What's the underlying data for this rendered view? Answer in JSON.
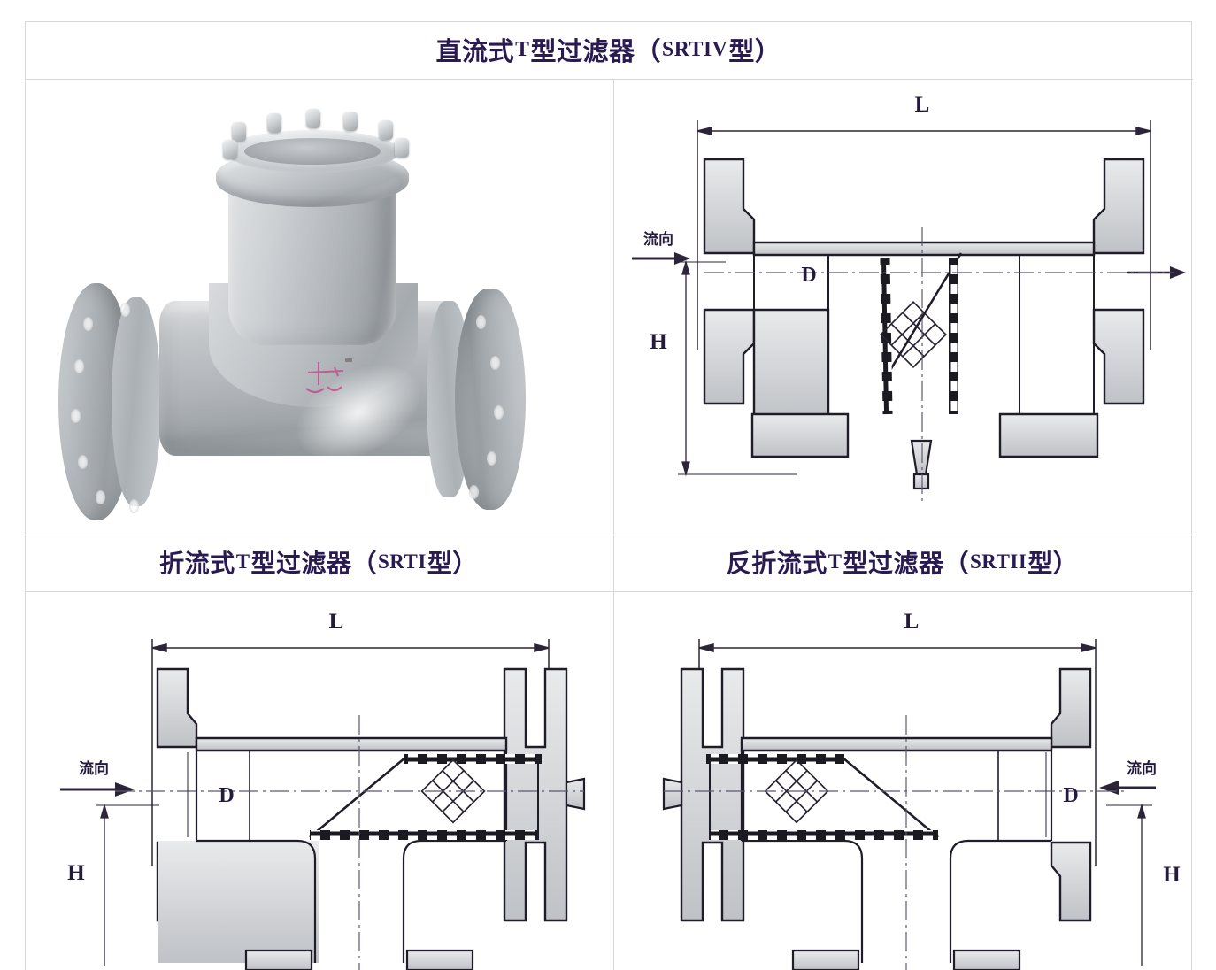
{
  "document": {
    "type": "product-spec-table",
    "sheet_background": "#ffffff",
    "border_color": "#d4d7dd",
    "title_color": "#291a52"
  },
  "cells": {
    "row1_title": {
      "label": "直流式T型过滤器（SRTIV型）",
      "cn_prefix": "直流式",
      "latin_1": "T",
      "cn_mid": "型过滤器（",
      "latin_2": "SRTIV",
      "cn_suffix": "型）"
    },
    "row2_title_left": {
      "label": "折流式T型过滤器（SRTI型）",
      "cn_prefix": "折流式",
      "latin_1": "T",
      "cn_mid": "型过滤器（",
      "latin_2": "SRTI",
      "cn_suffix": "型）"
    },
    "row2_title_right": {
      "label": "反折流式T型过滤器（SRTII型）",
      "cn_prefix": "反折流式",
      "latin_1": "T",
      "cn_mid": "型过滤器（",
      "latin_2": "SRTII",
      "cn_suffix": "型）"
    }
  },
  "photo": {
    "caption": "T型过滤器产品照片",
    "subject": "T-type strainer valve, flanged both ends, bolted top cover",
    "body_color": "#b4b9bd",
    "stamp_color": "#c4488c",
    "bolt_count": 8,
    "flange_hole_count": 12
  },
  "drawings": {
    "srtiv": {
      "name": "直流式T型过滤器剖面图",
      "labels": {
        "length": "L",
        "height": "H",
        "diameter": "D",
        "flow": "流向"
      },
      "flow_side": "left",
      "screen_style": "perforated-plate",
      "mesh_symbol": "diamond-wire-mesh"
    },
    "srti": {
      "name": "折流式T型过滤器剖面图",
      "labels": {
        "length": "L",
        "height": "H",
        "diameter": "D",
        "flow": "流向"
      },
      "flow_side": "left",
      "screen_style": "perforated-plate",
      "mesh_symbol": "diamond-wire-mesh"
    },
    "srtii": {
      "name": "反折流式T型过滤器剖面图",
      "labels": {
        "length": "L",
        "height": "H",
        "diameter": "D",
        "flow": "流向"
      },
      "flow_side": "right",
      "screen_style": "perforated-plate",
      "mesh_symbol": "diamond-wire-mesh"
    }
  }
}
